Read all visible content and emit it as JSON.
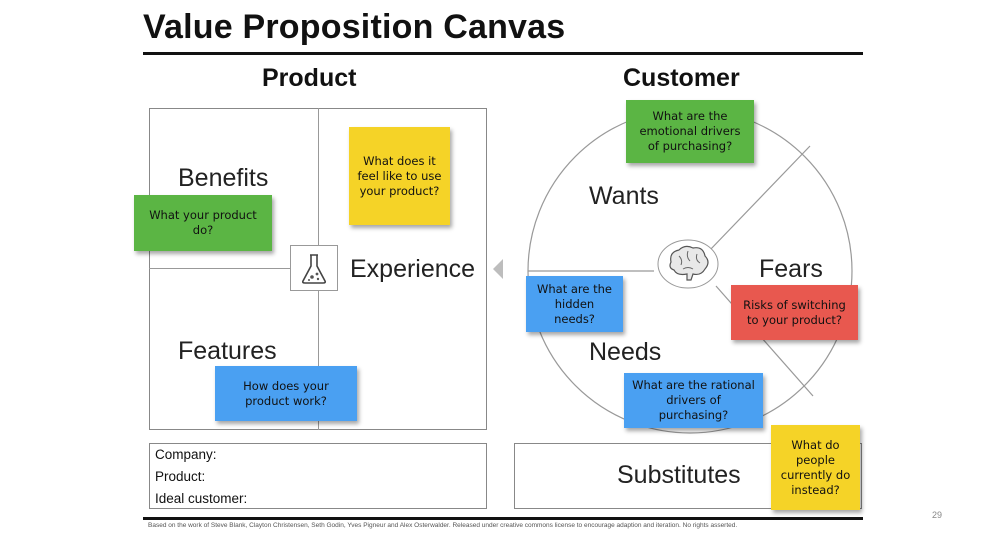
{
  "title": "Value Proposition Canvas",
  "product": {
    "heading": "Product",
    "labels": {
      "benefits": "Benefits",
      "experience": "Experience",
      "features": "Features"
    },
    "notes": {
      "benefits": "What your product do?",
      "experience": "What does it feel like to use your product?",
      "features": "How does your product work?"
    }
  },
  "customer": {
    "heading": "Customer",
    "labels": {
      "wants": "Wants",
      "fears": "Fears",
      "needs": "Needs"
    },
    "notes": {
      "wants": "What are the emotional drivers of purchasing?",
      "needs_hidden": "What are the hidden needs?",
      "fears": "Risks of switching to your product?",
      "needs_rational": "What are the rational drivers of purchasing?"
    }
  },
  "company_box": {
    "company": "Company:",
    "product": "Product:",
    "ideal_customer": "Ideal customer:"
  },
  "substitutes": {
    "label": "Substitutes",
    "note": "What do people currently do instead?"
  },
  "footer": "Based on the work of Steve Blank, Clayton Christensen, Seth Godin, Yves Pigneur and Alex Osterwalder. Released under creative commons license to encourage adaption and iteration. No rights asserted.",
  "page_number": "29",
  "icons": {
    "experience": "flask-icon",
    "customer_center": "brain-icon",
    "connector": "arrow-left-icon"
  },
  "colors": {
    "green_note": "#5bb544",
    "yellow_note": "#f5d327",
    "blue_note": "#4aa0f2",
    "red_note": "#e8584f"
  }
}
